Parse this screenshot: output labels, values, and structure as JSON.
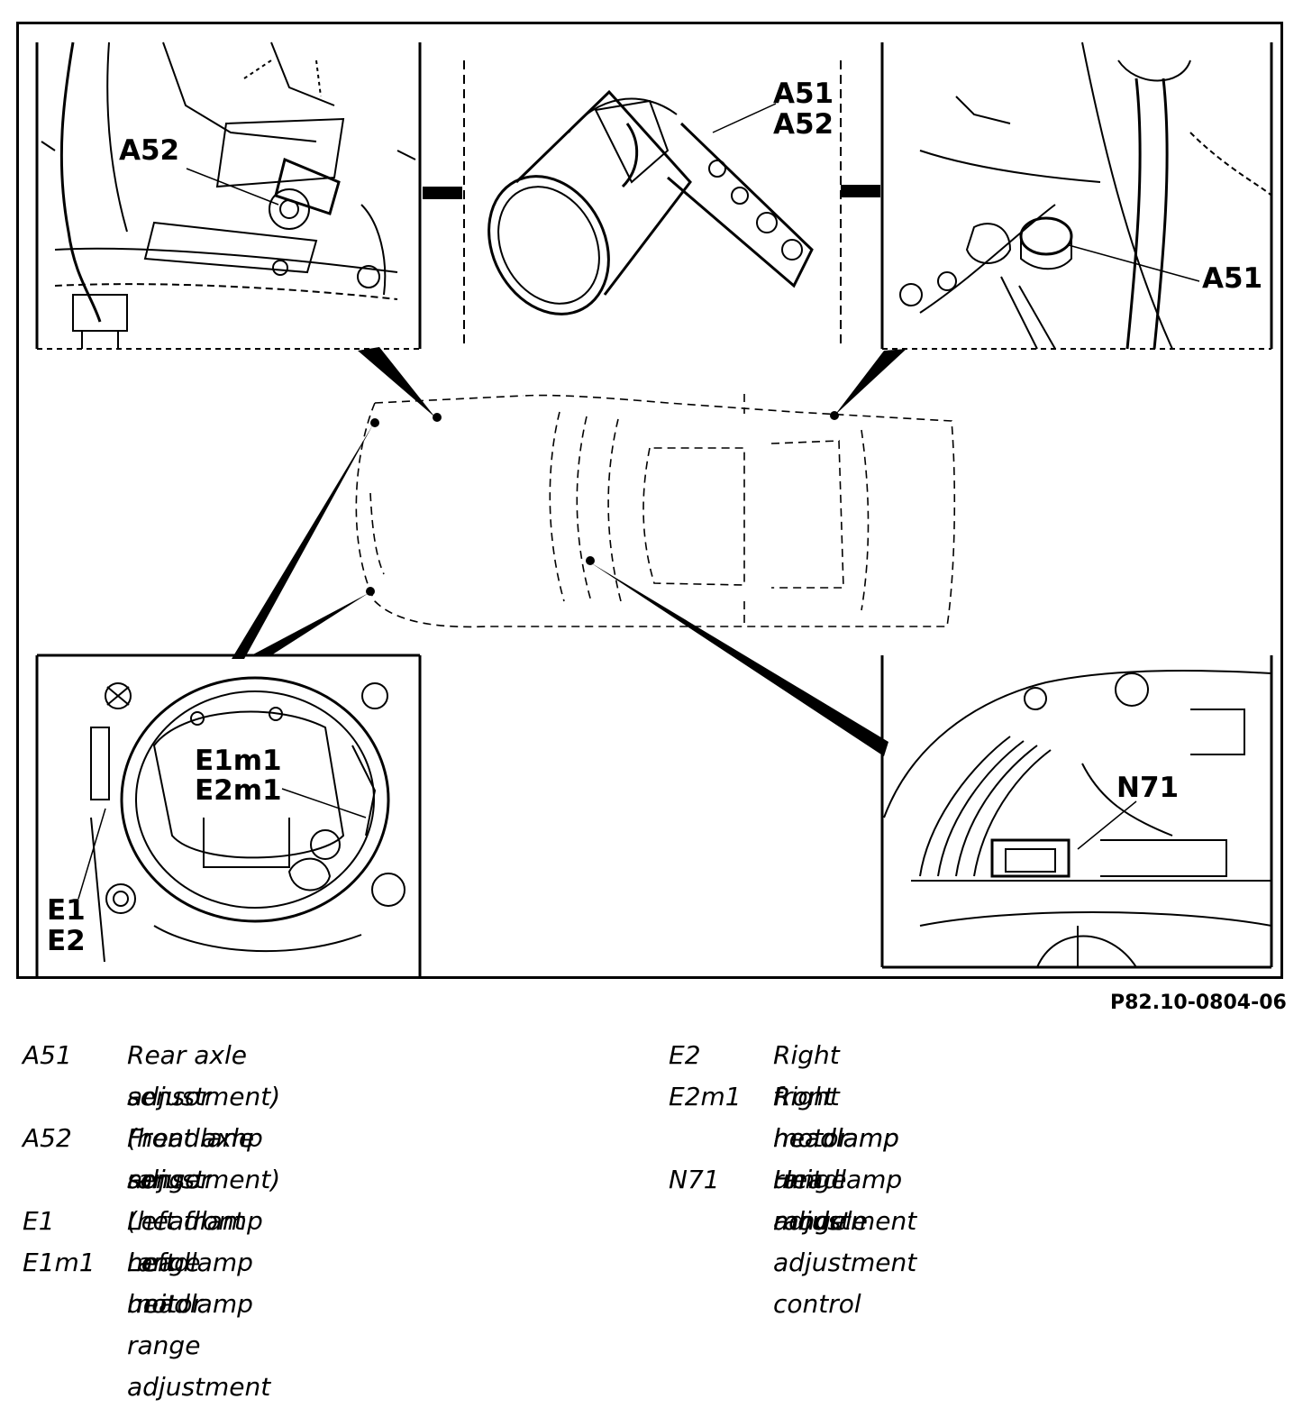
{
  "labels": {
    "a52_top_left": "A52",
    "a51_center_1": "A51",
    "a52_center_2": "A52",
    "a51_top_right": "A51",
    "e1m1": "E1m1",
    "e2m1": "E2m1",
    "e1": "E1",
    "e2": "E2",
    "n71": "N71"
  },
  "figure_ref": "P82.10-0804-06",
  "legend": {
    "left": [
      {
        "code": "A51",
        "line1": "Rear axle sensor (headlamp  range",
        "line2": "adjustment)"
      },
      {
        "code": "A52",
        "line1": "Front axle sensor (headlamp  range",
        "line2": "adjustment)"
      },
      {
        "code": "E1",
        "line1": "Left front headlamp unit",
        "line2": ""
      },
      {
        "code": "E1m1",
        "line1": "Left headlamp range adjustment",
        "line2": "motor"
      }
    ],
    "right": [
      {
        "code": "E2",
        "line1": "Right front headlamp unit",
        "line2": ""
      },
      {
        "code": "E2m1",
        "line1": "Right headlamp range adjustment",
        "line2": "motor"
      },
      {
        "code": "N71",
        "line1": "Headlamp range adjustment control",
        "line2": "module"
      }
    ]
  }
}
